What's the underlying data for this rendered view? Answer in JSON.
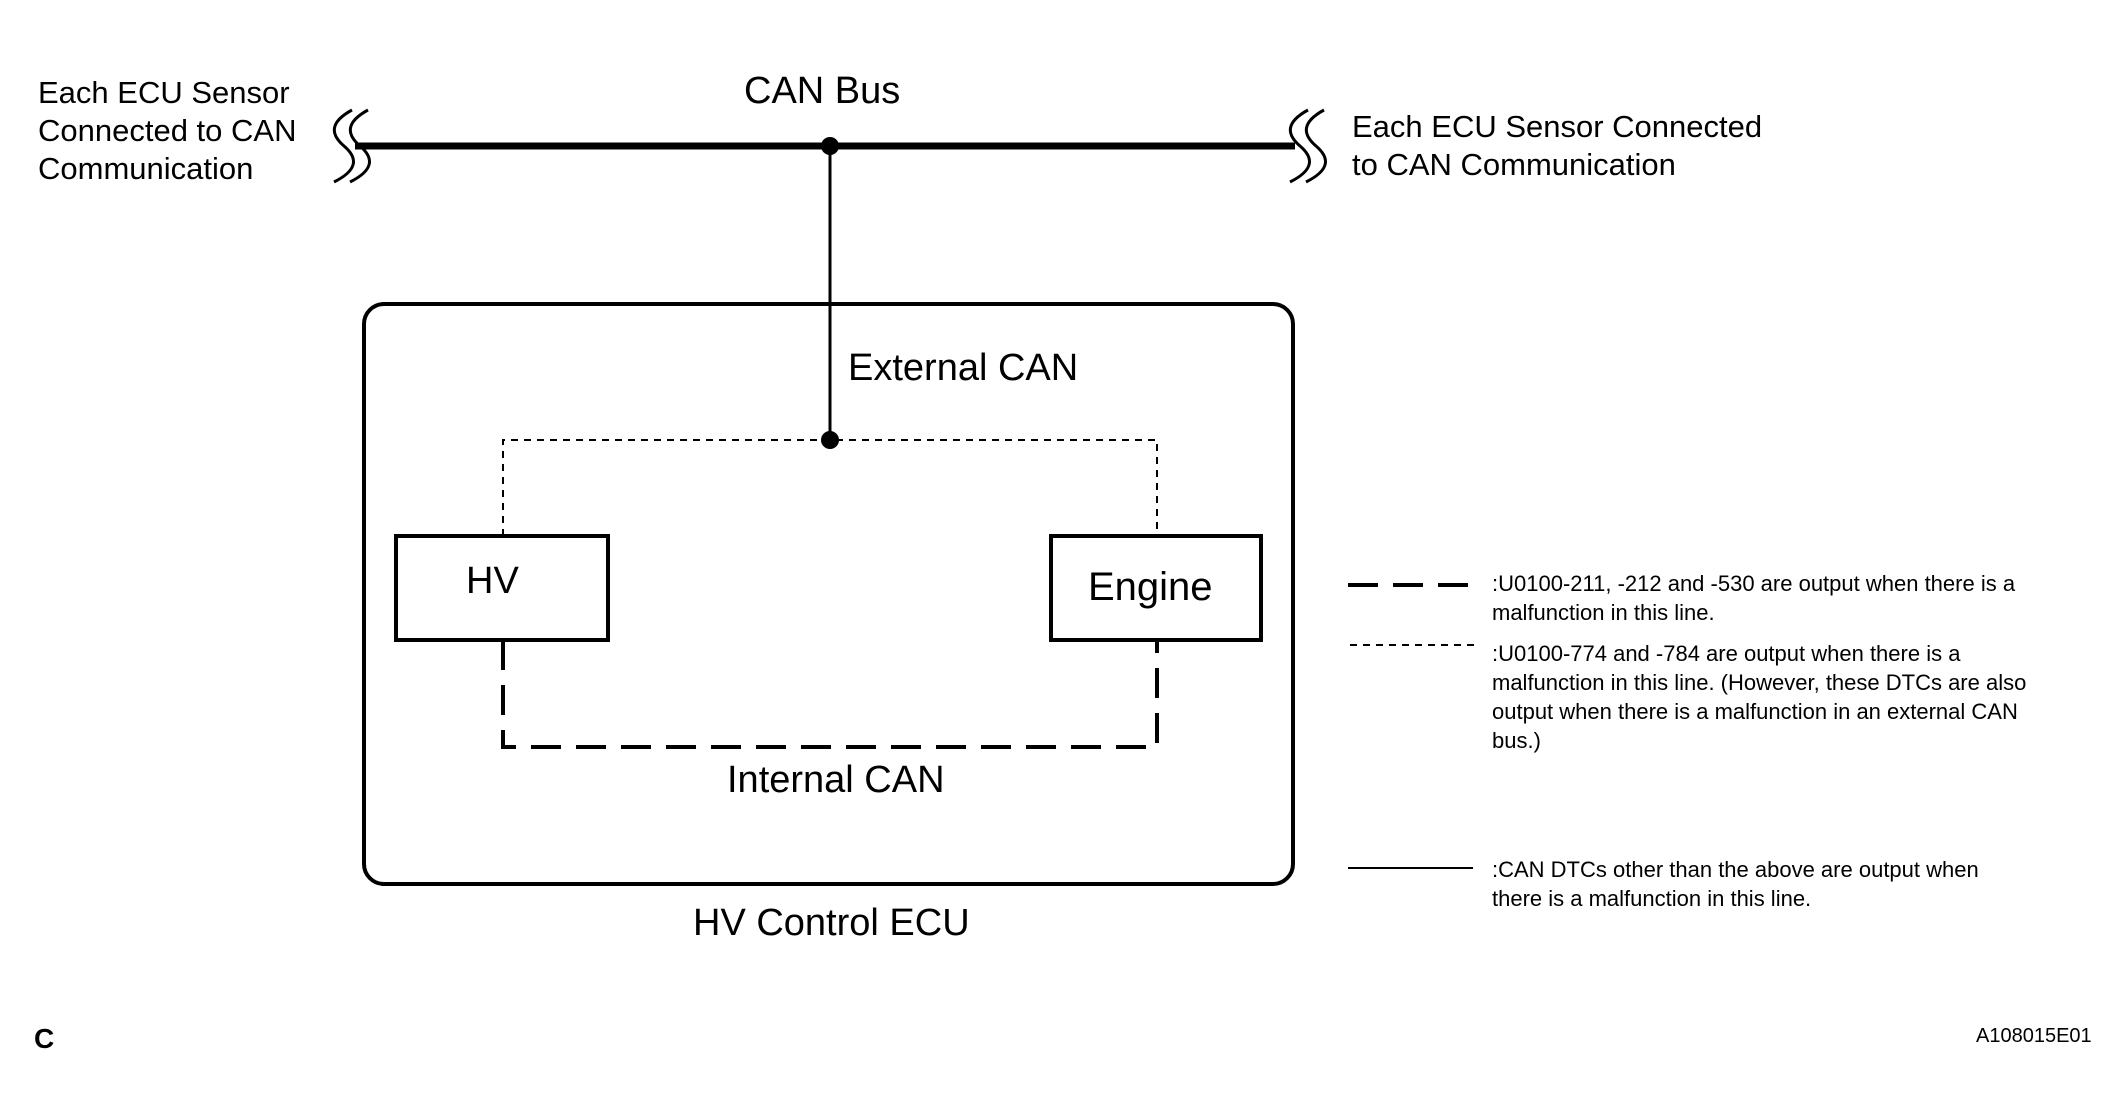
{
  "labels": {
    "left_endpoint": [
      "Each ECU Sensor",
      "Connected to CAN",
      "Communication"
    ],
    "right_endpoint": [
      "Each ECU Sensor Connected",
      "to CAN Communication"
    ],
    "can_bus": "CAN Bus",
    "external_can": "External CAN",
    "internal_can": "Internal CAN",
    "hv_control_ecu": "HV Control ECU",
    "hv_block": "HV",
    "engine_block": "Engine"
  },
  "legend": [
    {
      "line_style": "long-dash",
      "lines": [
        ":U0100-211, -212 and -530 are output when there is a",
        "malfunction in this line."
      ]
    },
    {
      "line_style": "short-dash",
      "lines": [
        ":U0100-774 and -784 are output when there is a",
        "malfunction in this line. (However, these DTCs are also",
        "output when there is a malfunction in an external CAN",
        "bus.)"
      ]
    },
    {
      "line_style": "solid",
      "lines": [
        ":CAN DTCs other than the above are output when",
        "there is a malfunction in this line."
      ]
    }
  ],
  "footer": {
    "corner_letter": "C",
    "figure_id": "A108015E01"
  },
  "colors": {
    "line": "#000000",
    "background": "#ffffff"
  }
}
